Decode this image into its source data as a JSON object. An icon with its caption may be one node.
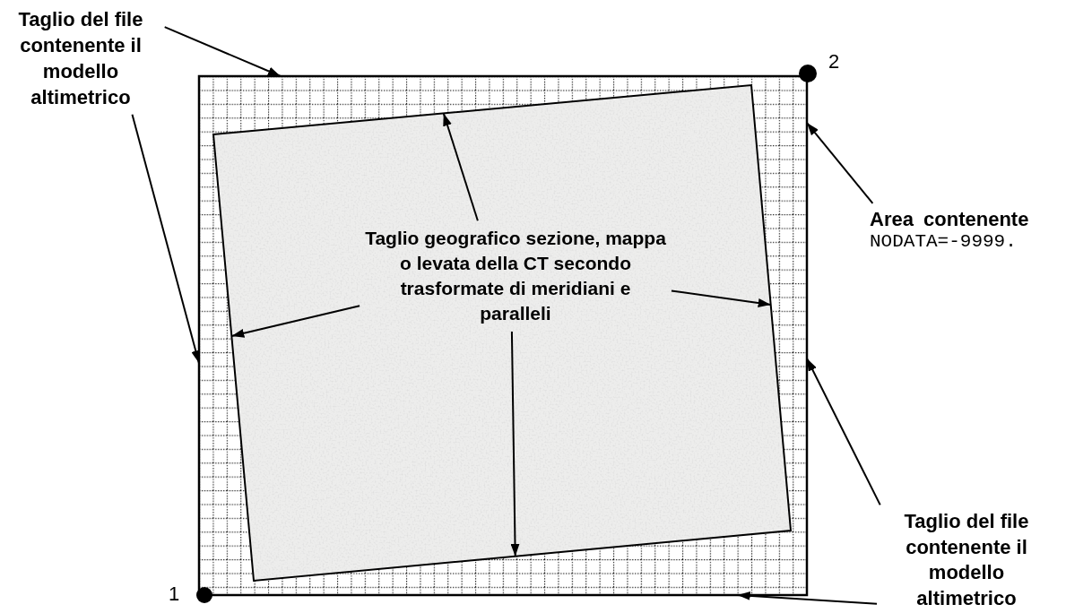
{
  "diagram": {
    "nodes": [
      {
        "text": [],
        "shape": "box"
      },
      {
        "text": [],
        "shape": "box",
        "in": 0
      },
      {
        "text": [
          "Taglio geografico sezione, mappa o levata della CT secondo trasformate di meridiani e paralleli"
        ],
        "in": 1
      },
      {
        "text": [
          "Taglio del file contenente il modello altimetrico"
        ]
      },
      {
        "text": [
          "Area contenente",
          "NODATA=-9999."
        ]
      },
      {
        "text": [
          "Taglio del file contenente il modello altimetrico"
        ]
      }
    ],
    "edges": [
      {
        "from": 3,
        "to": 0,
        "arrow": "to"
      },
      {
        "from": 3,
        "to": 0,
        "arrow": "to"
      },
      {
        "from": 2,
        "to": 1,
        "arrow": "to"
      },
      {
        "from": 2,
        "to": 1,
        "arrow": "to"
      },
      {
        "from": 2,
        "to": 1,
        "arrow": "to"
      },
      {
        "from": 2,
        "to": 1,
        "arrow": "to"
      },
      {
        "from": 4,
        "to": 0,
        "arrow": "to"
      },
      {
        "from": 5,
        "to": 0,
        "arrow": "to"
      },
      {
        "from": 5,
        "to": 0,
        "arrow": "to"
      }
    ],
    "labels": [
      "2",
      "1"
    ]
  }
}
